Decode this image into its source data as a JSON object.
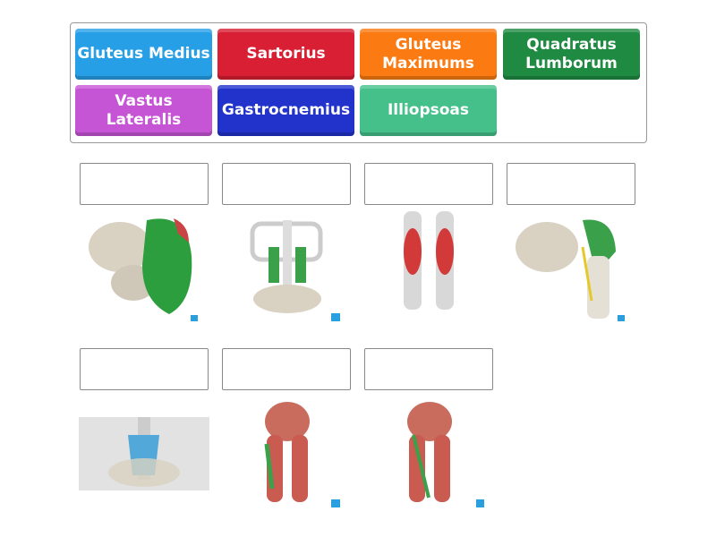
{
  "tiles": [
    {
      "label": "Gluteus Medius",
      "color": "#279fe6"
    },
    {
      "label": "Sartorius",
      "color": "#d81f33"
    },
    {
      "label": "Gluteus Maximums",
      "color": "#fb7a12"
    },
    {
      "label": "Quadratus Lumborum",
      "color": "#1f8a42"
    },
    {
      "label": "Vastus Lateralis",
      "color": "#c655d6"
    },
    {
      "label": "Gastrocnemius",
      "color": "#2233cc"
    },
    {
      "label": "Illiopsoas",
      "color": "#45c08a"
    }
  ],
  "images": [
    "gluteus-maximus-diagram",
    "quadratus-lumborum-diagram",
    "gastrocnemius-diagram",
    "gluteus-medius-diagram",
    "iliopsoas-diagram",
    "vastus-lateralis-diagram",
    "sartorius-diagram"
  ]
}
